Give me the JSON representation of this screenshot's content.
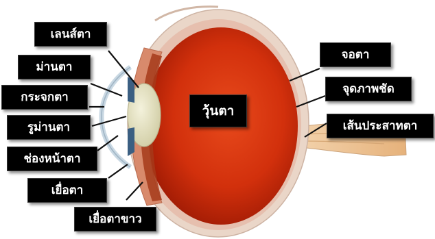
{
  "labels": {
    "lens": "เลนส์ตา",
    "iris": "ม่านตา",
    "cornea": "กระจกตา",
    "pupil": "รูม่านตา",
    "anterior_chamber": "ช่องหน้าตา",
    "conjunctiva": "เยื่อตา",
    "sclera": "เยื่อตาขาว",
    "vitreous": "วุ้นตา",
    "retina": "จอตา",
    "fovea": "จุดภาพชัด",
    "optic_nerve": "เส้นประสาทตา"
  },
  "colors": {
    "label_bg": "#000000",
    "label_text": "#ffffff",
    "vitreous_red": "#d9320f",
    "vitreous_dark": "#a81d06",
    "sclera": "#e9d2c4",
    "lens": "#e6e3c0",
    "optic_nerve": "#efc79a"
  }
}
